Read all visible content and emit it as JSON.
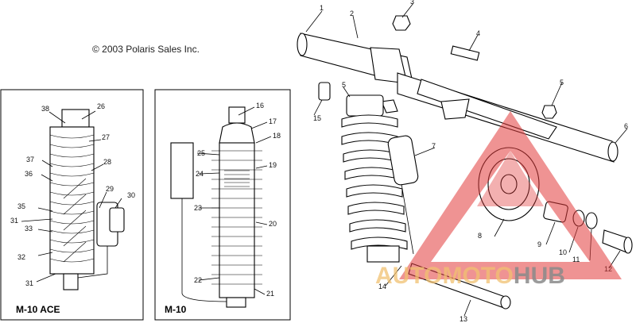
{
  "copyright": "© 2003 Polaris Sales Inc.",
  "models": {
    "left": "M-10 ACE",
    "middle": "M-10"
  },
  "callouts": {
    "c1": "1",
    "c2": "2",
    "c3": "3",
    "c4": "4",
    "c5": "5",
    "c5b": "5",
    "c6": "6",
    "c7": "7",
    "c8": "8",
    "c9": "9",
    "c10": "10",
    "c11": "11",
    "c12": "12",
    "c13": "13",
    "c14": "14",
    "c15": "15",
    "c16": "16",
    "c17": "17",
    "c18": "18",
    "c19": "19",
    "c20": "20",
    "c21": "21",
    "c22": "22",
    "c23": "23",
    "c24": "24",
    "c25": "25",
    "c26": "26",
    "c27": "27",
    "c28": "28",
    "c29": "29",
    "c30": "30",
    "c31": "31",
    "c31b": "31",
    "c32": "32",
    "c33": "33",
    "c35": "35",
    "c36": "36",
    "c37": "37",
    "c38": "38"
  },
  "watermark": {
    "part1": "AUTOMOTO",
    "part2": "HUB",
    "colors": {
      "triangle": "#e23a3a",
      "auto": "#f0c070",
      "hub": "#8a8a8a"
    }
  }
}
